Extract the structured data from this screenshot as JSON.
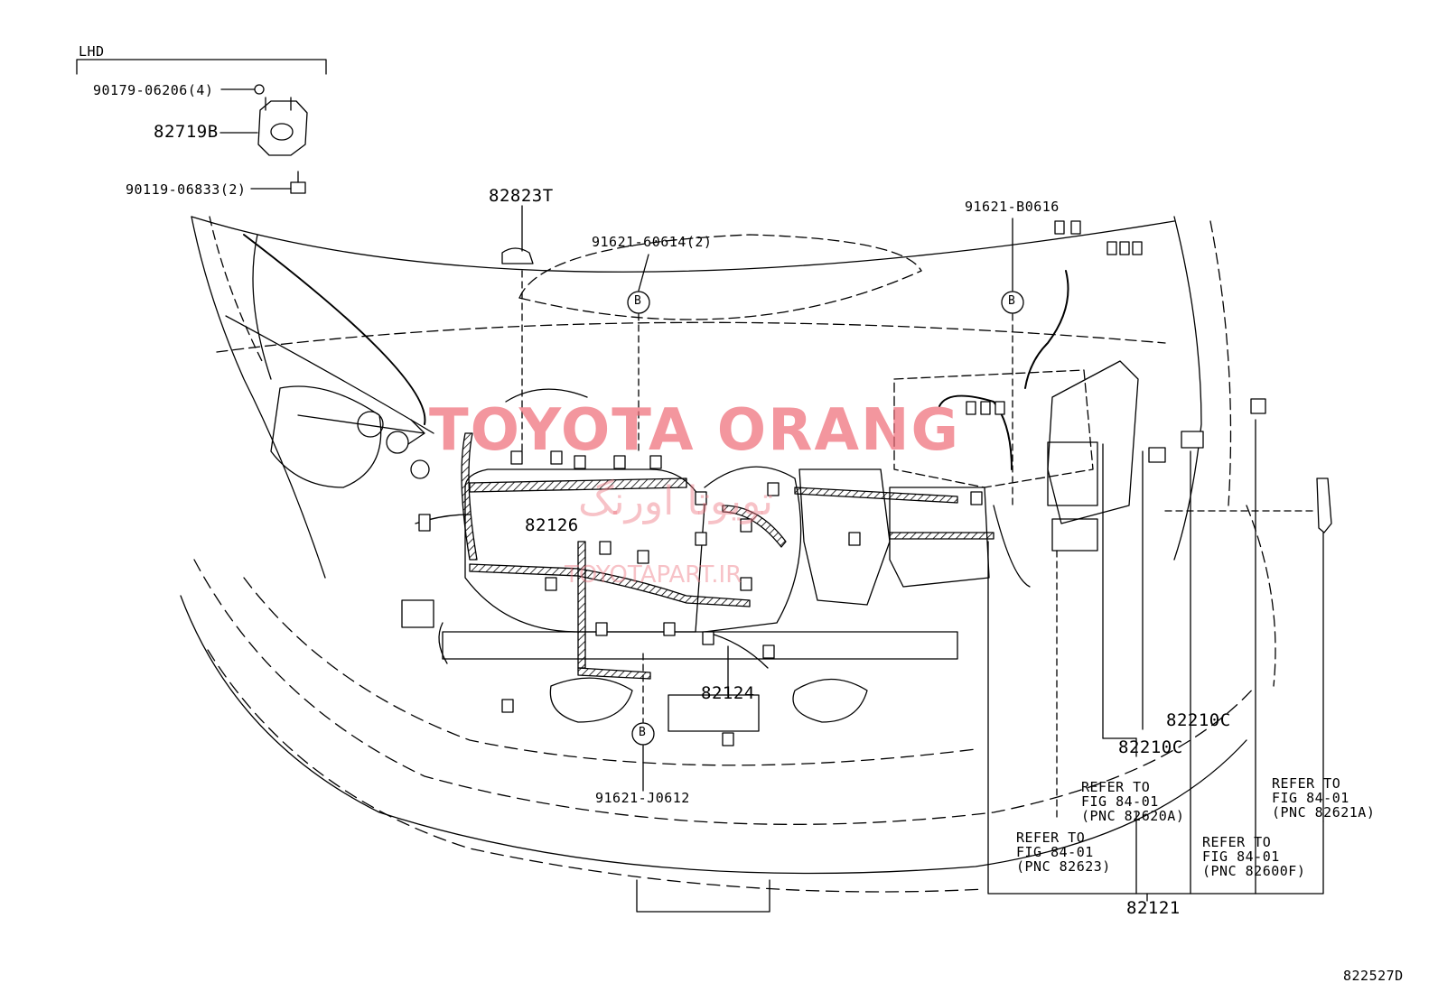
{
  "header": {
    "region": "LHD"
  },
  "parts": {
    "p1": "90179-06206(4)",
    "p2": "82719B",
    "p3": "90119-06833(2)",
    "p4": "82823T",
    "p5": "91621-60614(2)",
    "p6": "91621-B0616",
    "p7": "82126",
    "p8": "82124",
    "p9": "91621-J0612",
    "p10": "82210C",
    "p11": "82210C",
    "p12": "82121"
  },
  "callouts": {
    "b1": "B",
    "b2": "B",
    "b3": "B"
  },
  "references": {
    "r1": "REFER TO\nFIG 84-01\n(PNC 82620A)",
    "r2": "REFER TO\nFIG 84-01\n(PNC 82623)",
    "r3": "REFER TO\nFIG 84-01\n(PNC 82600F)",
    "r4": "REFER TO\nFIG 84-01\n(PNC 82621A)"
  },
  "watermark": {
    "brand": "TOYOTA ORANG",
    "persian": "تويوتا اورنگ",
    "site": "TOYOTAPART.IR",
    "color": "#ee6e78"
  },
  "figure_id": "822527D"
}
